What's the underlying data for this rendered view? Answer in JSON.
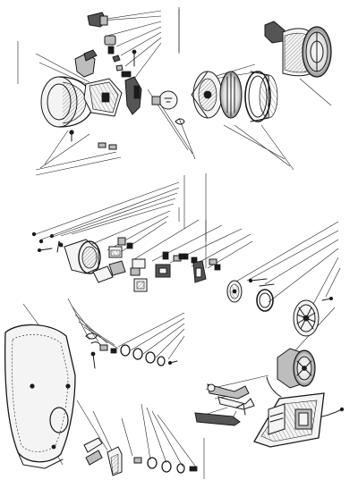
{
  "diagram": {
    "kind": "exploded-parts-view",
    "colors": {
      "ink": "#1a1a1a",
      "paper": "#ffffff",
      "shade": "#bdbdbd",
      "dark": "#555555"
    },
    "groups": [
      {
        "name": "headlamp-assembly",
        "parts": [
          "headlamp-shell",
          "bulb-holder",
          "switch-bracket",
          "bulb",
          "reflector",
          "lens-glass",
          "rim-ring",
          "assembled-headlamp",
          "mounting-screws"
        ]
      },
      {
        "name": "switch-assembly",
        "parts": [
          "switch-housing",
          "switch-contacts",
          "terminal-blocks",
          "small-screws"
        ]
      },
      {
        "name": "horn-assembly",
        "parts": [
          "horn-cover",
          "horn-diaphragm",
          "horn-body",
          "assembled-horn"
        ]
      },
      {
        "name": "leg-shield-assembly",
        "parts": [
          "leg-shield",
          "mounting-clips",
          "washers-and-nuts",
          "brackets"
        ]
      },
      {
        "name": "tool-kit",
        "parts": [
          "spanner",
          "tyre-lever",
          "tool-pouch",
          "strap"
        ]
      }
    ]
  }
}
